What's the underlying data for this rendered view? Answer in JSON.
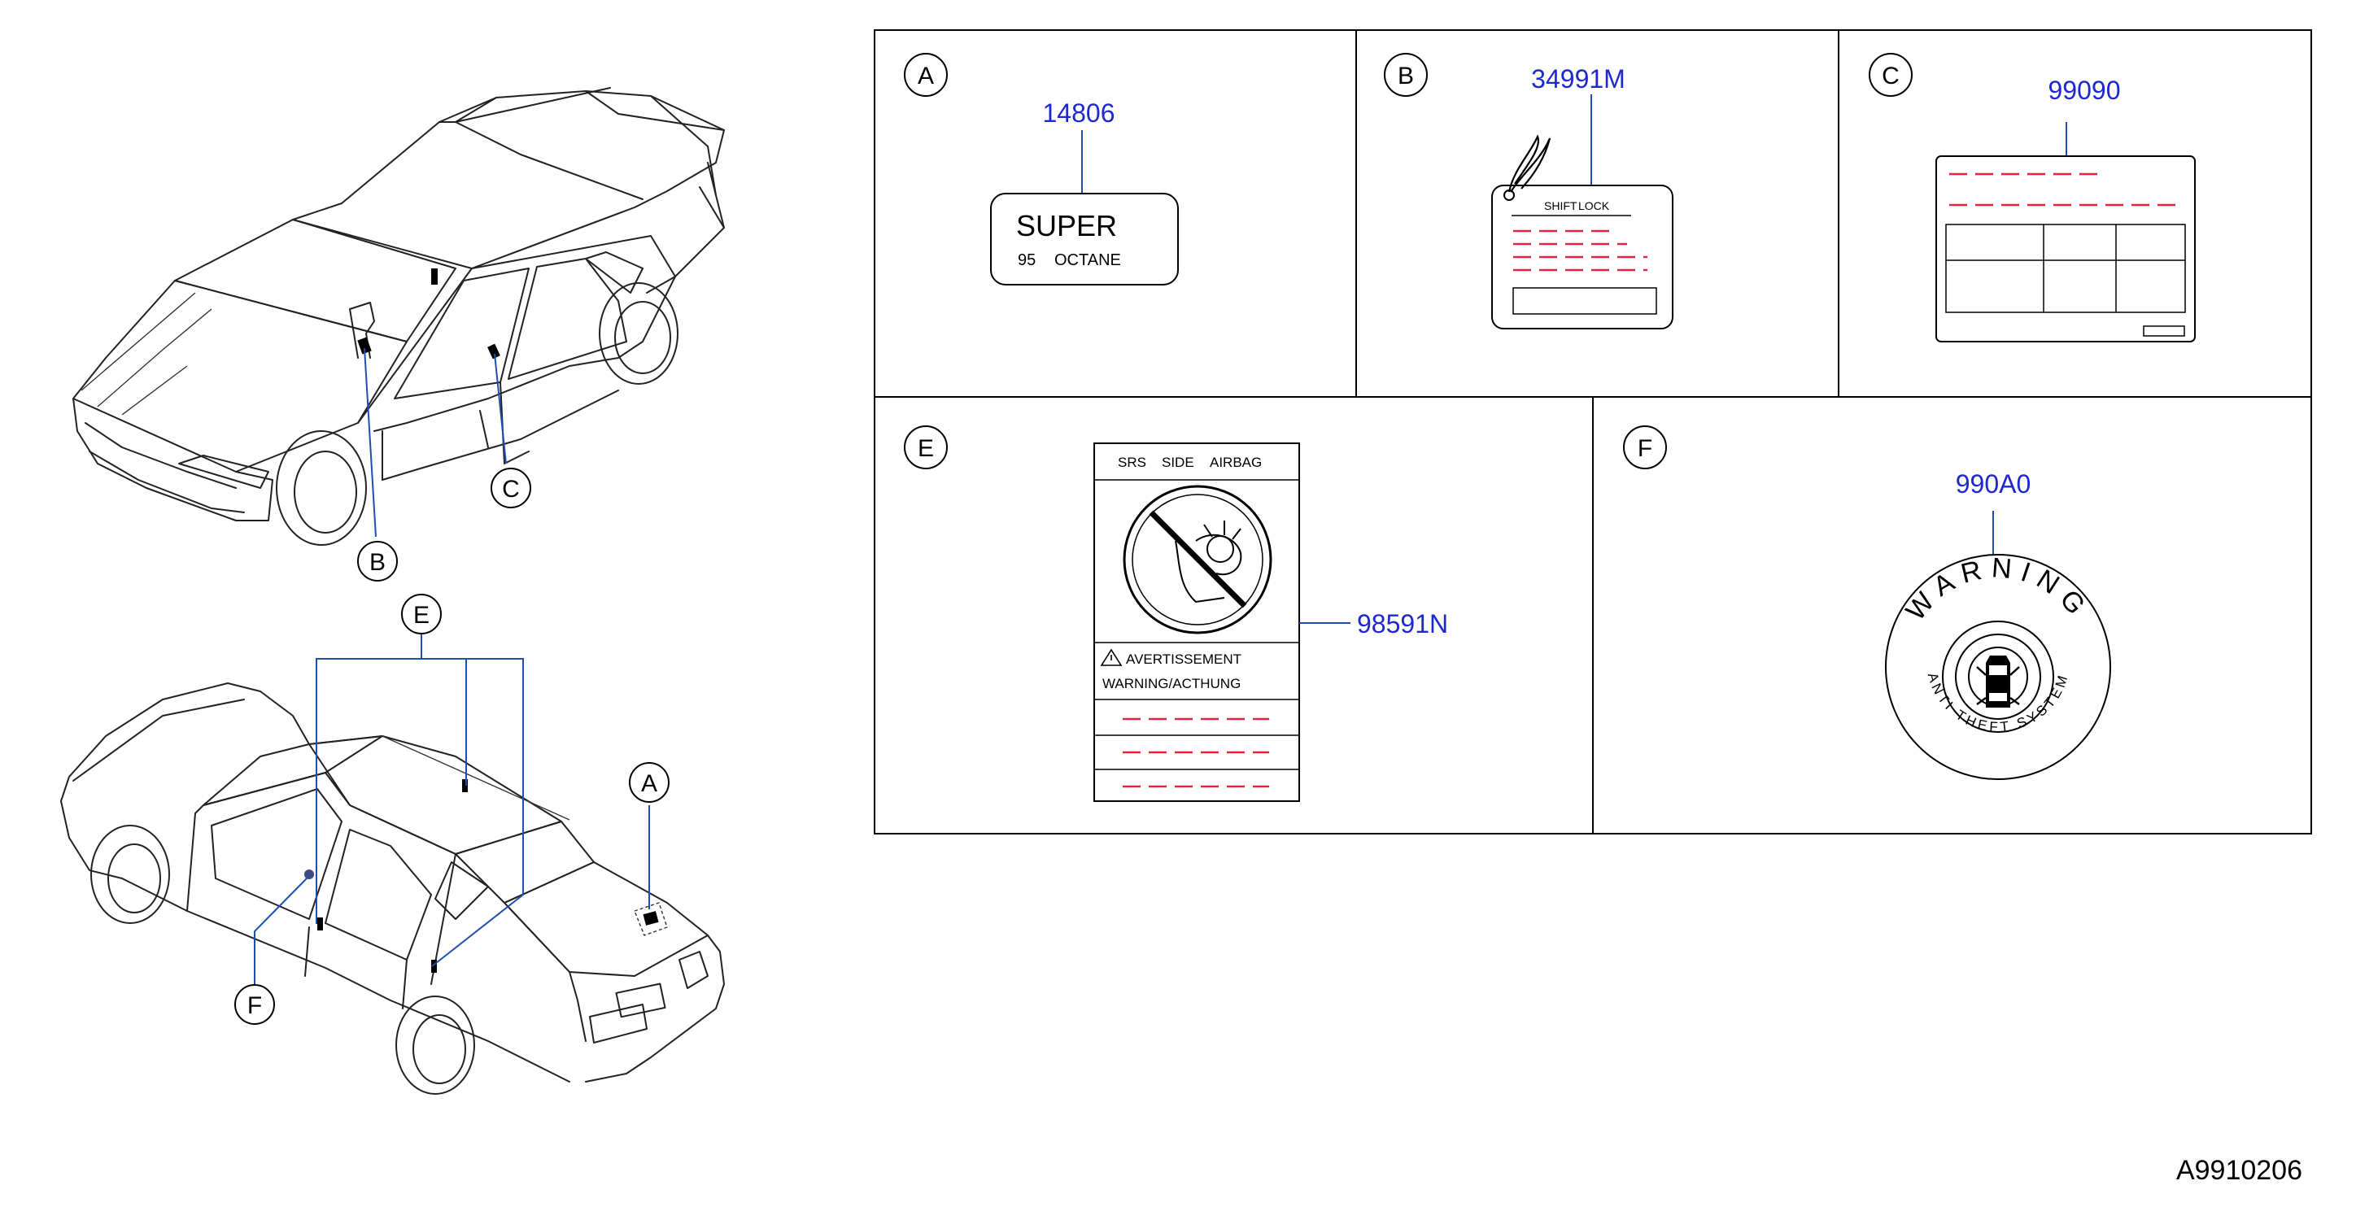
{
  "callouts": {
    "car1": [
      "B",
      "C"
    ],
    "car2": [
      "E",
      "A",
      "F"
    ]
  },
  "panels": {
    "A": {
      "letter": "A",
      "part_number": "14806",
      "label_line1": "SUPER",
      "label_line2_num": "95",
      "label_line2_text": "OCTANE"
    },
    "B": {
      "letter": "B",
      "part_number": "34991M",
      "label_title_1": "SHIFT",
      "label_title_2": "LOCK"
    },
    "C": {
      "letter": "C",
      "part_number": "99090"
    },
    "E": {
      "letter": "E",
      "part_number": "98591N",
      "header_1": "SRS",
      "header_2": "SIDE",
      "header_3": "AIRBAG",
      "warning_1": "AVERTISSEMENT",
      "warning_2": "WARNING/ACTHUNG"
    },
    "F": {
      "letter": "F",
      "part_number": "990A0",
      "ring_top": "WARNING",
      "ring_bottom": "ANTI THEFT SYSTEM"
    }
  },
  "diagram_code": "A9910206",
  "colors": {
    "part_number": "#1e28d0",
    "leader": "#1e4fb0",
    "placeholder_text": "#e8243c"
  },
  "icons": [
    "airbag-prohibition-icon",
    "warning-triangle-icon",
    "car-security-icon",
    "string-tag-icon"
  ]
}
